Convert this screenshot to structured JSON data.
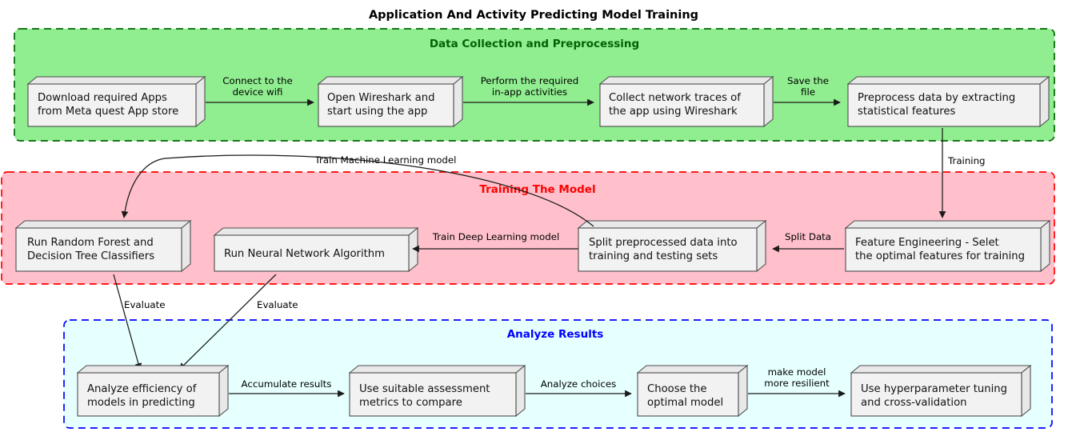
{
  "title": "Application And Activity Predicting Model Training",
  "groups": [
    {
      "id": "data-collection",
      "label": "Data Collection and Preprocessing",
      "fill": "#90ee90",
      "border": "#006400",
      "label_color": "#006400"
    },
    {
      "id": "training",
      "label": "Training The Model",
      "fill": "#ffc0cb",
      "border": "#ff0000",
      "label_color": "#ff0000"
    },
    {
      "id": "analyze",
      "label": "Analyze Results",
      "fill": "#e6ffff",
      "border": "#0000ff",
      "label_color": "#0000ff"
    }
  ],
  "nodes": {
    "download_apps": {
      "line1": "Download required Apps",
      "line2": "from Meta quest App store"
    },
    "open_wireshark": {
      "line1": "Open Wireshark and",
      "line2": "start using the app"
    },
    "collect_traces": {
      "line1": "Collect network traces of",
      "line2": "the app using Wireshark"
    },
    "preprocess": {
      "line1": "Preprocess data by extracting",
      "line2": "statistical features"
    },
    "random_forest": {
      "line1": "Run Random Forest and",
      "line2": "Decision Tree Classifiers"
    },
    "neural_network": {
      "line1": "Run Neural Network Algorithm",
      "line2": ""
    },
    "split_data": {
      "line1": "Split preprocessed data into",
      "line2": "training and testing sets"
    },
    "feature_engineering": {
      "line1": "Feature Engineering - Selet",
      "line2": "the optimal features for training"
    },
    "analyze_efficiency": {
      "line1": "Analyze efficiency of",
      "line2": "models in predicting"
    },
    "assessment_metrics": {
      "line1": "Use suitable assessment",
      "line2": "metrics to compare"
    },
    "choose_model": {
      "line1": "Choose the",
      "line2": "optimal model"
    },
    "hyperparameter": {
      "line1": "Use hyperparameter tuning",
      "line2": "and cross-validation"
    }
  },
  "edges": {
    "connect_wifi": {
      "line1": "Connect to the",
      "line2": "device wifi"
    },
    "perform_activities": {
      "line1": "Perform the required",
      "line2": "in-app activities"
    },
    "save_file": {
      "line1": "Save the",
      "line2": "file"
    },
    "training": {
      "line1": "Training",
      "line2": ""
    },
    "split_data_label": {
      "line1": "Split Data",
      "line2": ""
    },
    "train_deep": {
      "line1": "Train Deep Learning model",
      "line2": ""
    },
    "train_ml": {
      "line1": "Train Machine Learning model",
      "line2": ""
    },
    "evaluate_left": {
      "line1": "Evaluate",
      "line2": ""
    },
    "evaluate_right": {
      "line1": "Evaluate",
      "line2": ""
    },
    "accumulate": {
      "line1": "Accumulate results",
      "line2": ""
    },
    "analyze_choices": {
      "line1": "Analyze choices",
      "line2": ""
    },
    "make_resilient": {
      "line1": "make model",
      "line2": "more resilient"
    }
  }
}
